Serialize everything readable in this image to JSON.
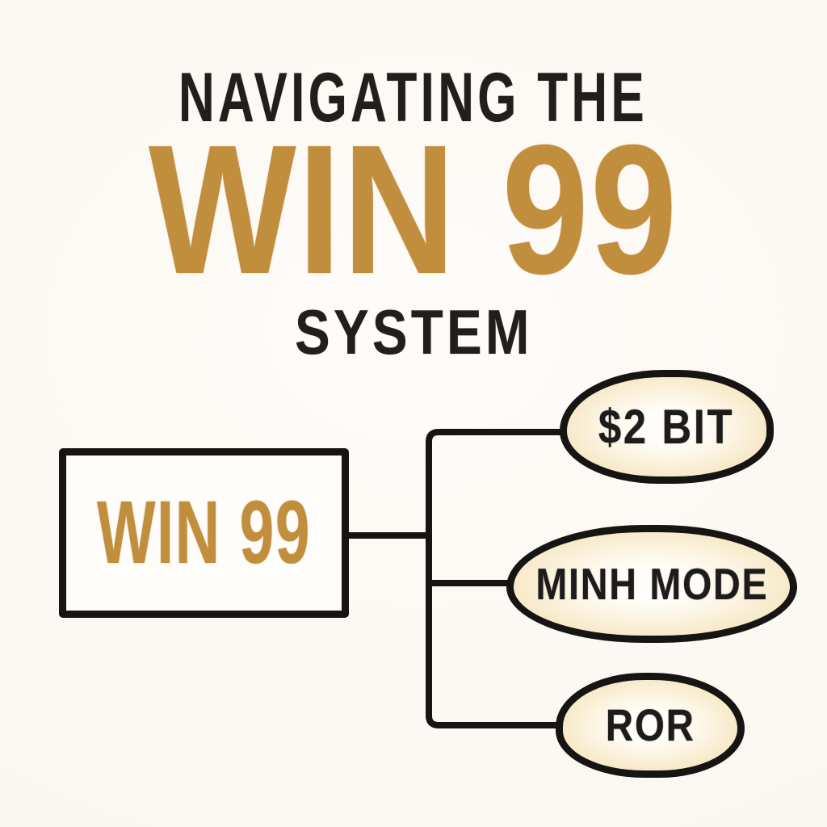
{
  "title": {
    "line1": "NAVIGATING THE",
    "line2": "WIN 99",
    "line3": "SYSTEM"
  },
  "diagram": {
    "root": {
      "label": "WIN 99"
    },
    "children": [
      {
        "label": "$2 BIT"
      },
      {
        "label": "MINH MODE"
      },
      {
        "label": "ROR"
      }
    ]
  },
  "colors": {
    "accent_gold": "#C18E3E",
    "ink_black": "#161514",
    "node_fill_cream": "#F7EACA",
    "background_offwhite": "#FCF9F4"
  }
}
